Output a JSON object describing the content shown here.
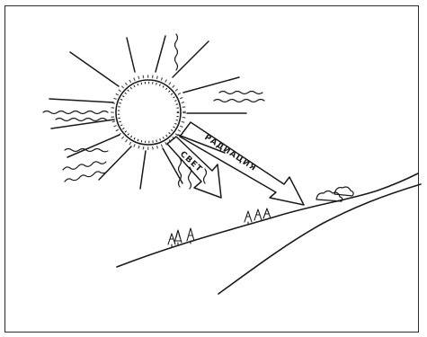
{
  "diagram": {
    "arrow_labels": {
      "upper": "РАДИАЦИЯ",
      "lower": "СВЕТ"
    },
    "colors": {
      "ink": "#1a1a1a",
      "paper": "#ffffff",
      "border": "#2a2a2a"
    },
    "elements": [
      "sun-icon",
      "sun-rays",
      "heat-waves",
      "radiation-arrow",
      "light-arrow",
      "hill",
      "trees",
      "bushes"
    ]
  }
}
